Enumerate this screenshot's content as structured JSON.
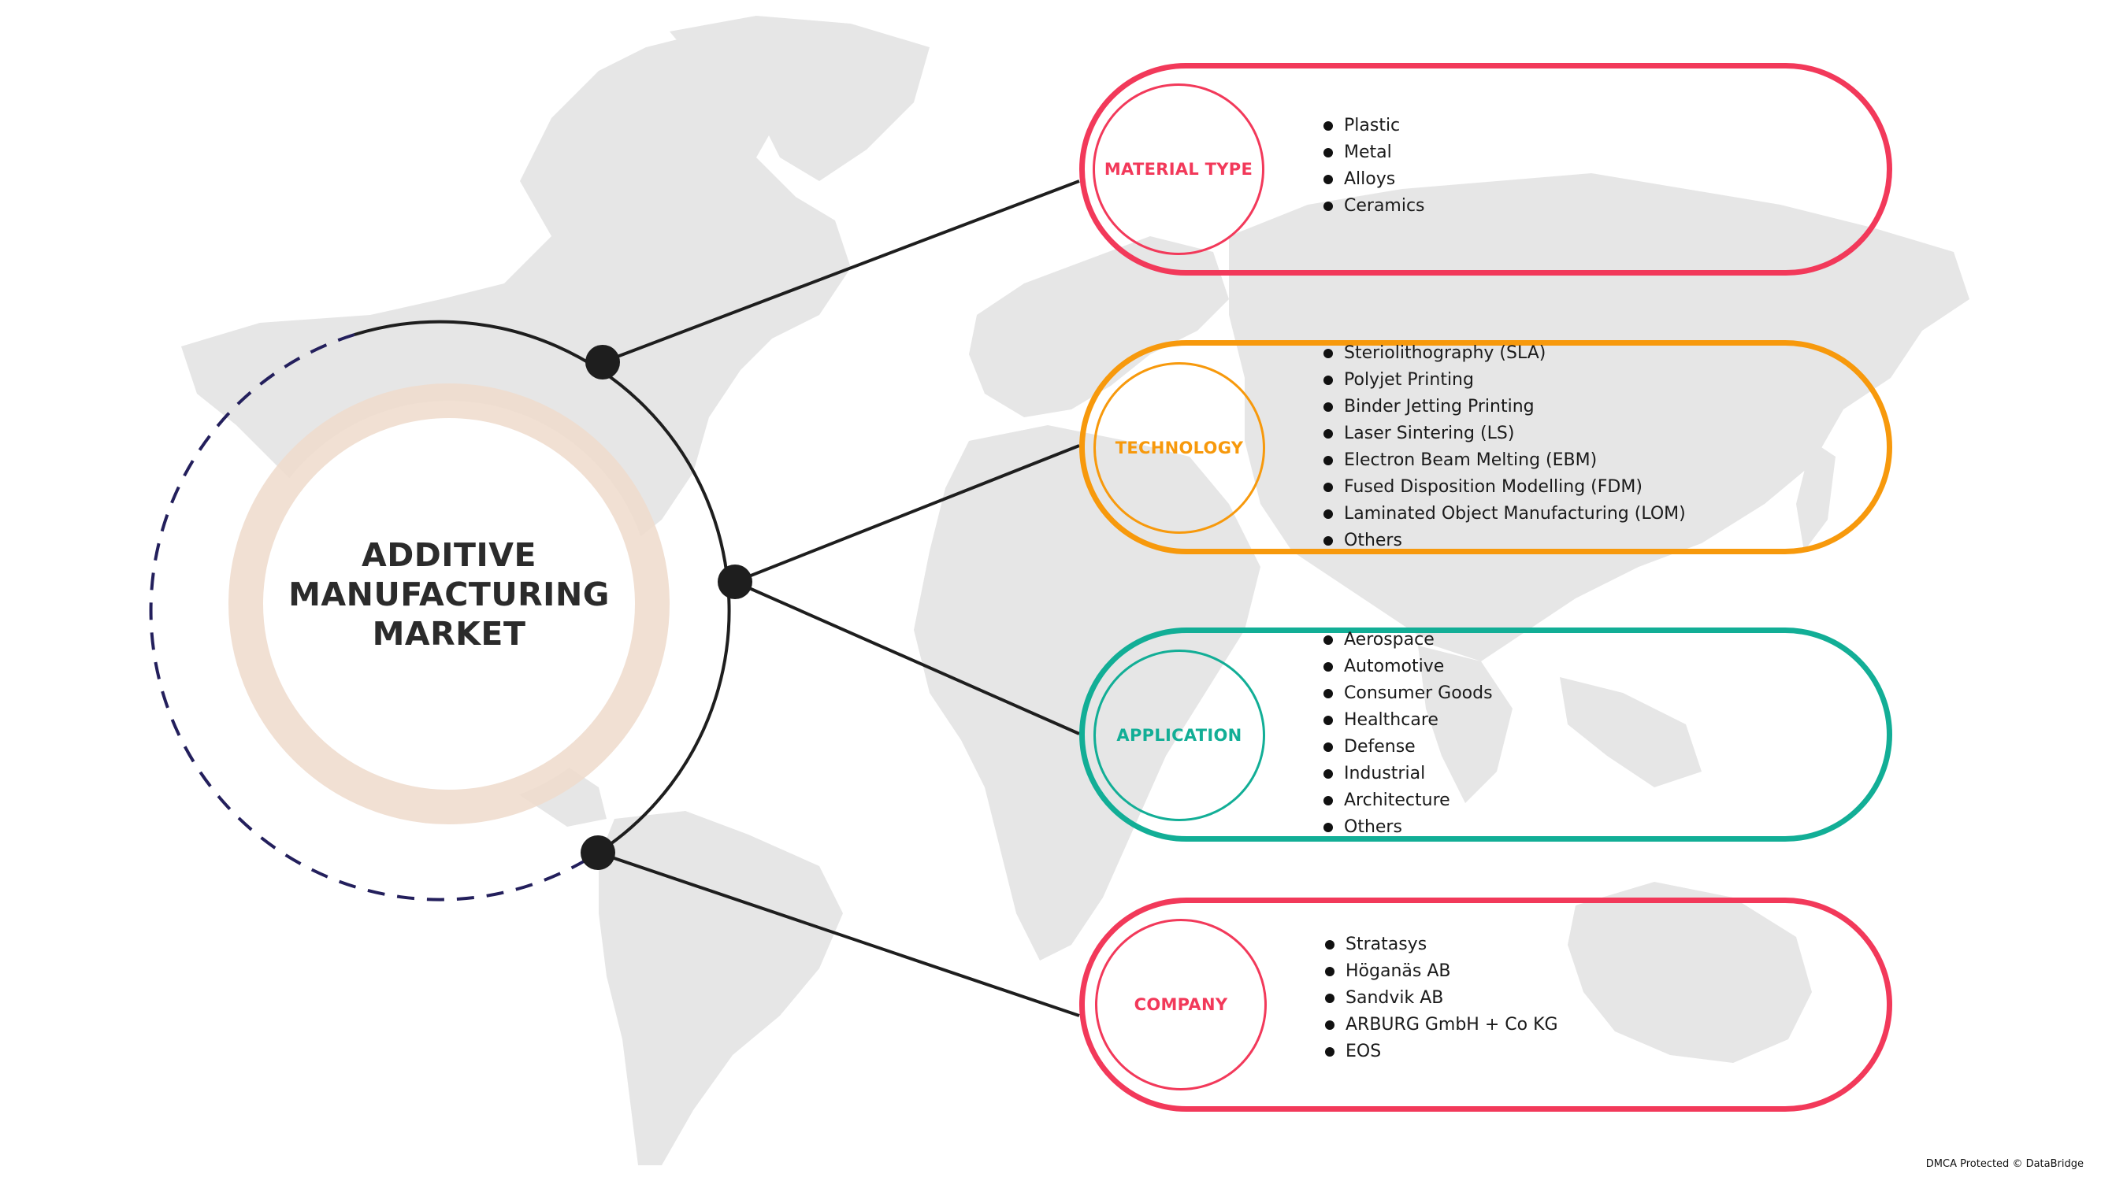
{
  "hub": {
    "title_lines": [
      "ADDITIVE",
      "MANUFACTURING",
      "MARKET"
    ]
  },
  "segments": [
    {
      "label": "MATERIAL TYPE",
      "color": "#f2395a",
      "items": [
        "Plastic",
        "Metal",
        "Alloys",
        "Ceramics"
      ]
    },
    {
      "label": "TECHNOLOGY",
      "color": "#f7990c",
      "items": [
        "Steriolithography (SLA)",
        "Polyjet Printing",
        "Binder Jetting Printing",
        "Laser Sintering (LS)",
        "Electron Beam Melting (EBM)",
        "Fused Disposition Modelling (FDM)",
        "Laminated Object Manufacturing (LOM)",
        "Others"
      ]
    },
    {
      "label": "APPLICATION",
      "color": "#12ae96",
      "items": [
        "Aerospace",
        "Automotive",
        "Consumer Goods",
        "Healthcare",
        "Defense",
        "Industrial",
        "Architecture",
        "Others"
      ]
    },
    {
      "label": "COMPANY",
      "color": "#f2395a",
      "items": [
        "Stratasys",
        "Höganäs AB",
        "Sandvik AB",
        "ARBURG GmbH + Co KG",
        "EOS"
      ]
    }
  ],
  "colors": {
    "hub_ring": "#f2e2d5",
    "hub_outline": "#1e1e1e",
    "dashed_arc": "#231f5c",
    "map": "#e6e6e6",
    "connector": "#1e1e1e"
  },
  "footer": {
    "watermark": "DMCA Protected © DataBridge"
  }
}
